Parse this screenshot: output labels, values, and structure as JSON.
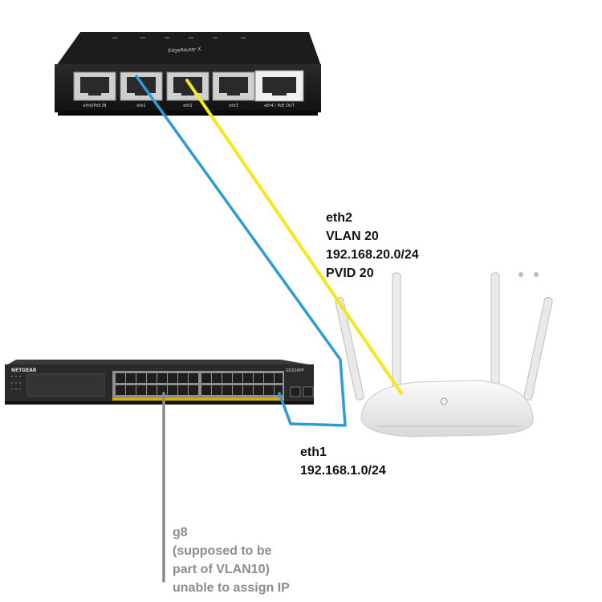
{
  "colors": {
    "cable_eth1": "#2e9ad6",
    "cable_eth2": "#f7e61c",
    "cable_g8": "#8c8c8c",
    "label_dark": "#111111",
    "label_gray": "#8c8c8c"
  },
  "router": {
    "brand_text": "EdgeRouter X",
    "ports": [
      "eth0/PoE IN",
      "eth1",
      "eth2",
      "eth3",
      "eth4 / PoE OUT"
    ]
  },
  "switch": {
    "brand_text": "NETGEAR",
    "model_text": "GS324PP"
  },
  "labels": {
    "eth2": [
      "eth2",
      "VLAN 20",
      "192.168.20.0/24",
      "PVID 20"
    ],
    "eth1": [
      "eth1",
      "192.168.1.0/24"
    ],
    "g8": [
      "g8",
      "(supposed to be",
      "part of VLAN10)",
      "unable to assign IP"
    ]
  }
}
